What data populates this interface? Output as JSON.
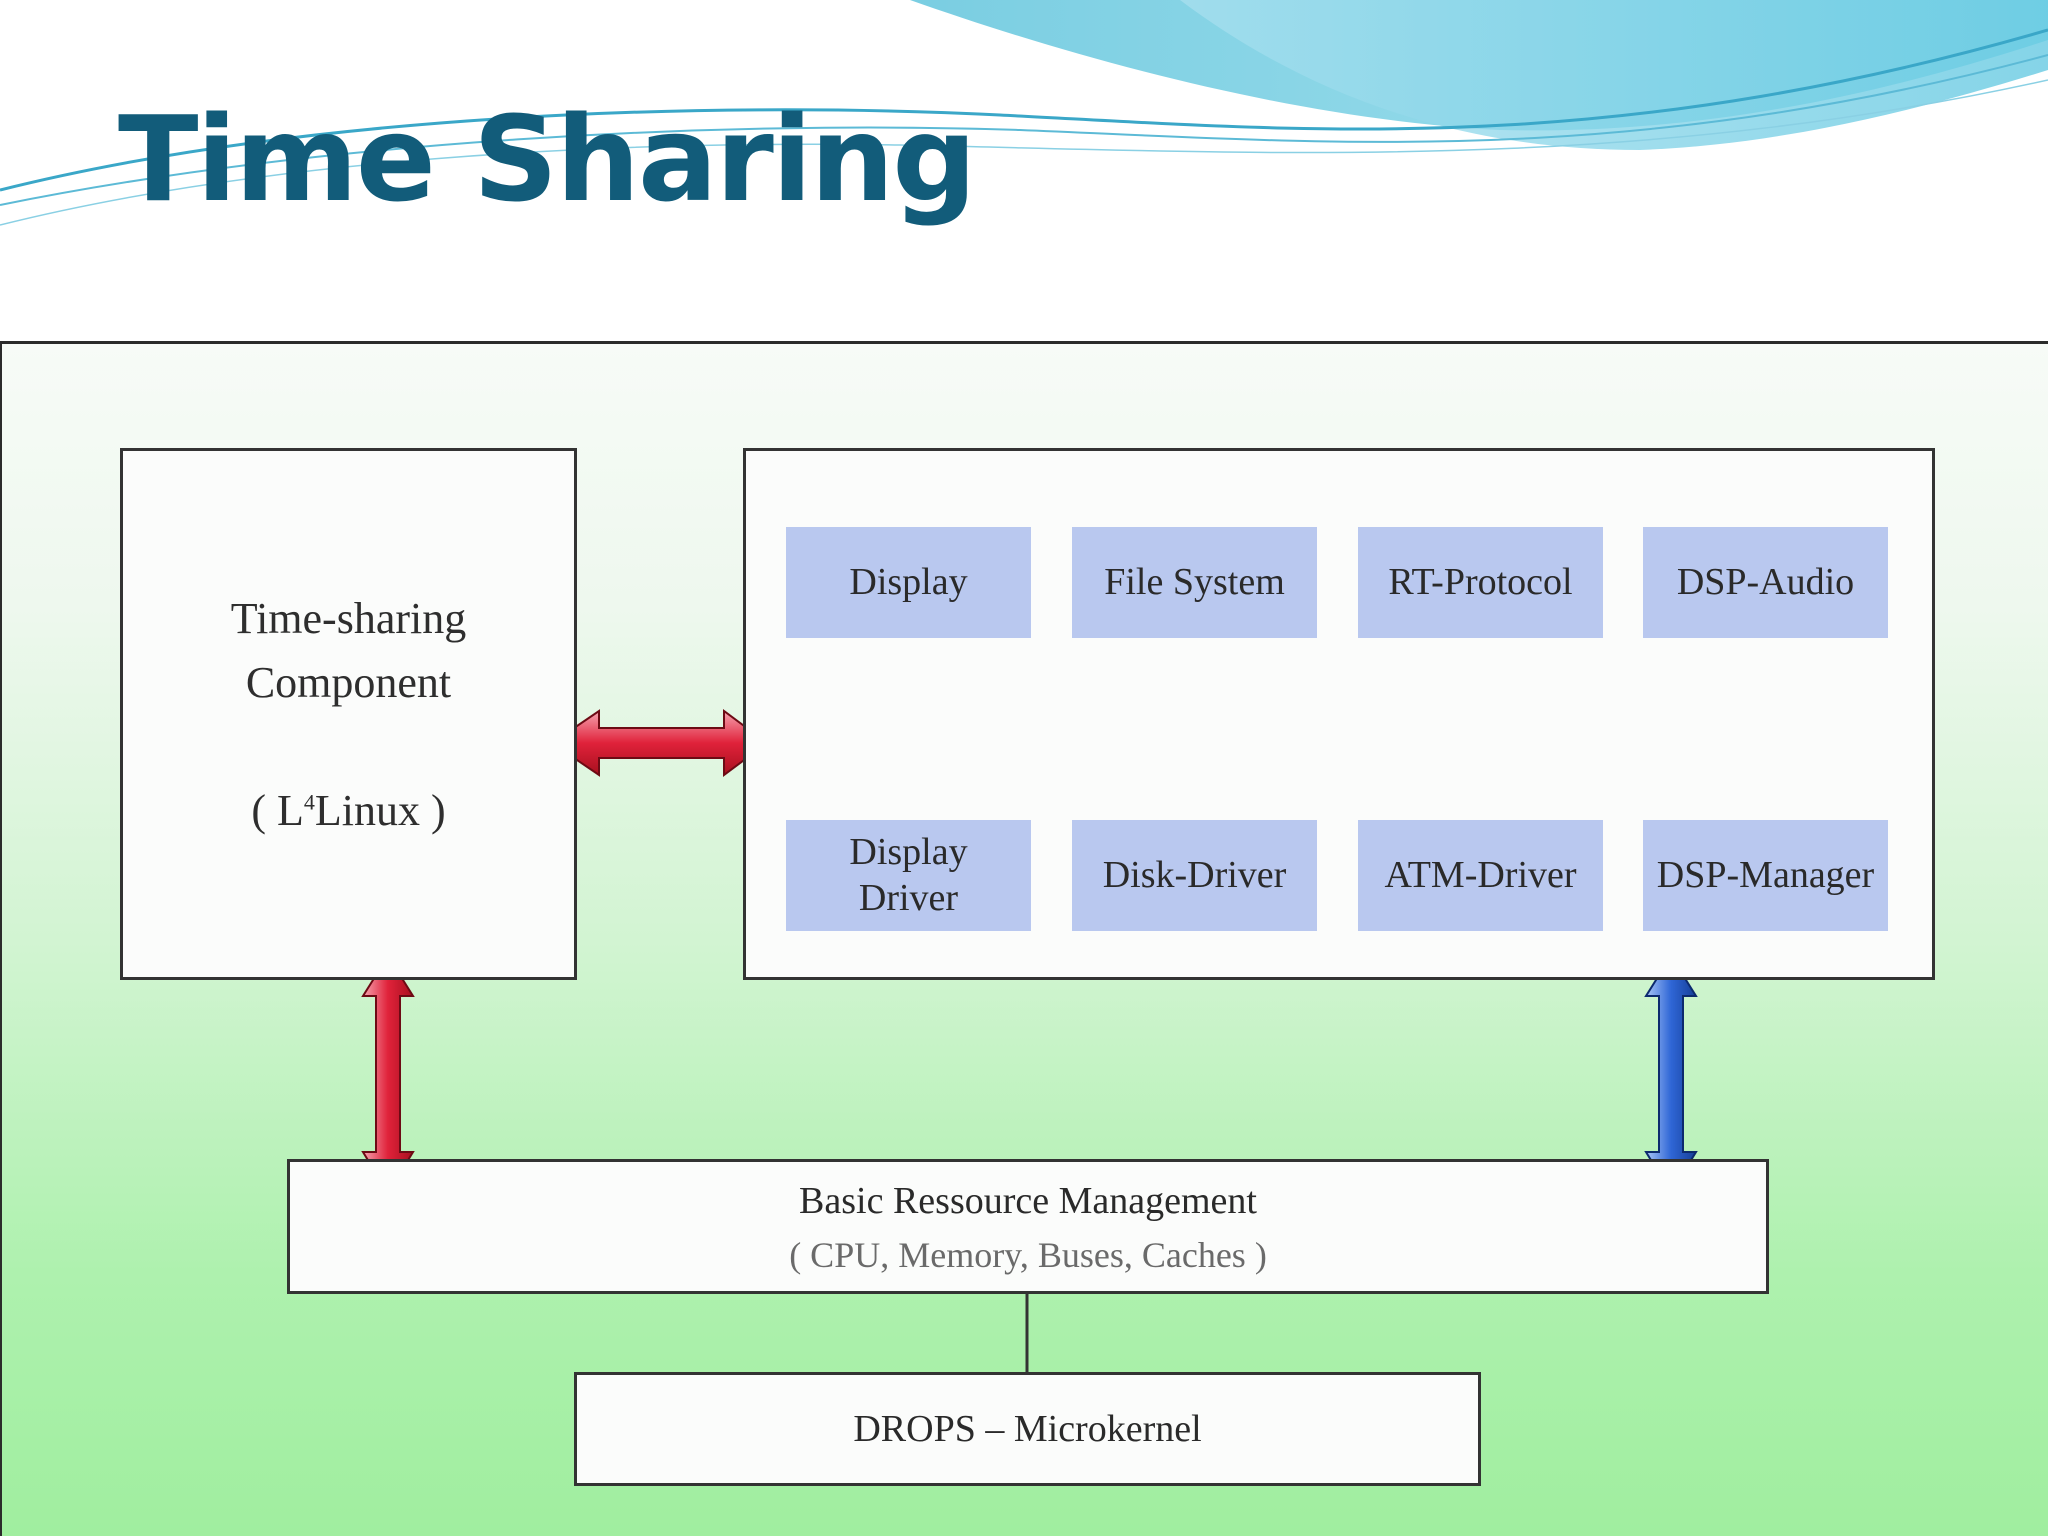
{
  "slide": {
    "title": "Time Sharing"
  },
  "colors": {
    "title": "#125c7a",
    "module_fill": "#b9c8ef",
    "arrow_red": "#e0223a",
    "arrow_blue": "#2f66d6",
    "background_top": "#f7fbf7",
    "background_bottom": "#a0ee9f"
  },
  "diagram": {
    "time_sharing_component": {
      "line1": "Time-sharing",
      "line2": "Component",
      "open": "( L",
      "superscript": "4",
      "rest": "Linux )"
    },
    "top_modules": [
      "Display",
      "File System",
      "RT-Protocol",
      "DSP-Audio"
    ],
    "driver_modules": [
      {
        "line1": "Display",
        "line2": "Driver"
      },
      {
        "line1": "Disk-Driver",
        "line2": ""
      },
      {
        "line1": "ATM-Driver",
        "line2": ""
      },
      {
        "line1": "DSP-Manager",
        "line2": ""
      }
    ],
    "basic_resource": {
      "title": "Basic Ressource Management",
      "subtitle": "( CPU, Memory, Buses, Caches )"
    },
    "microkernel": {
      "label": "DROPS – Microkernel"
    }
  }
}
